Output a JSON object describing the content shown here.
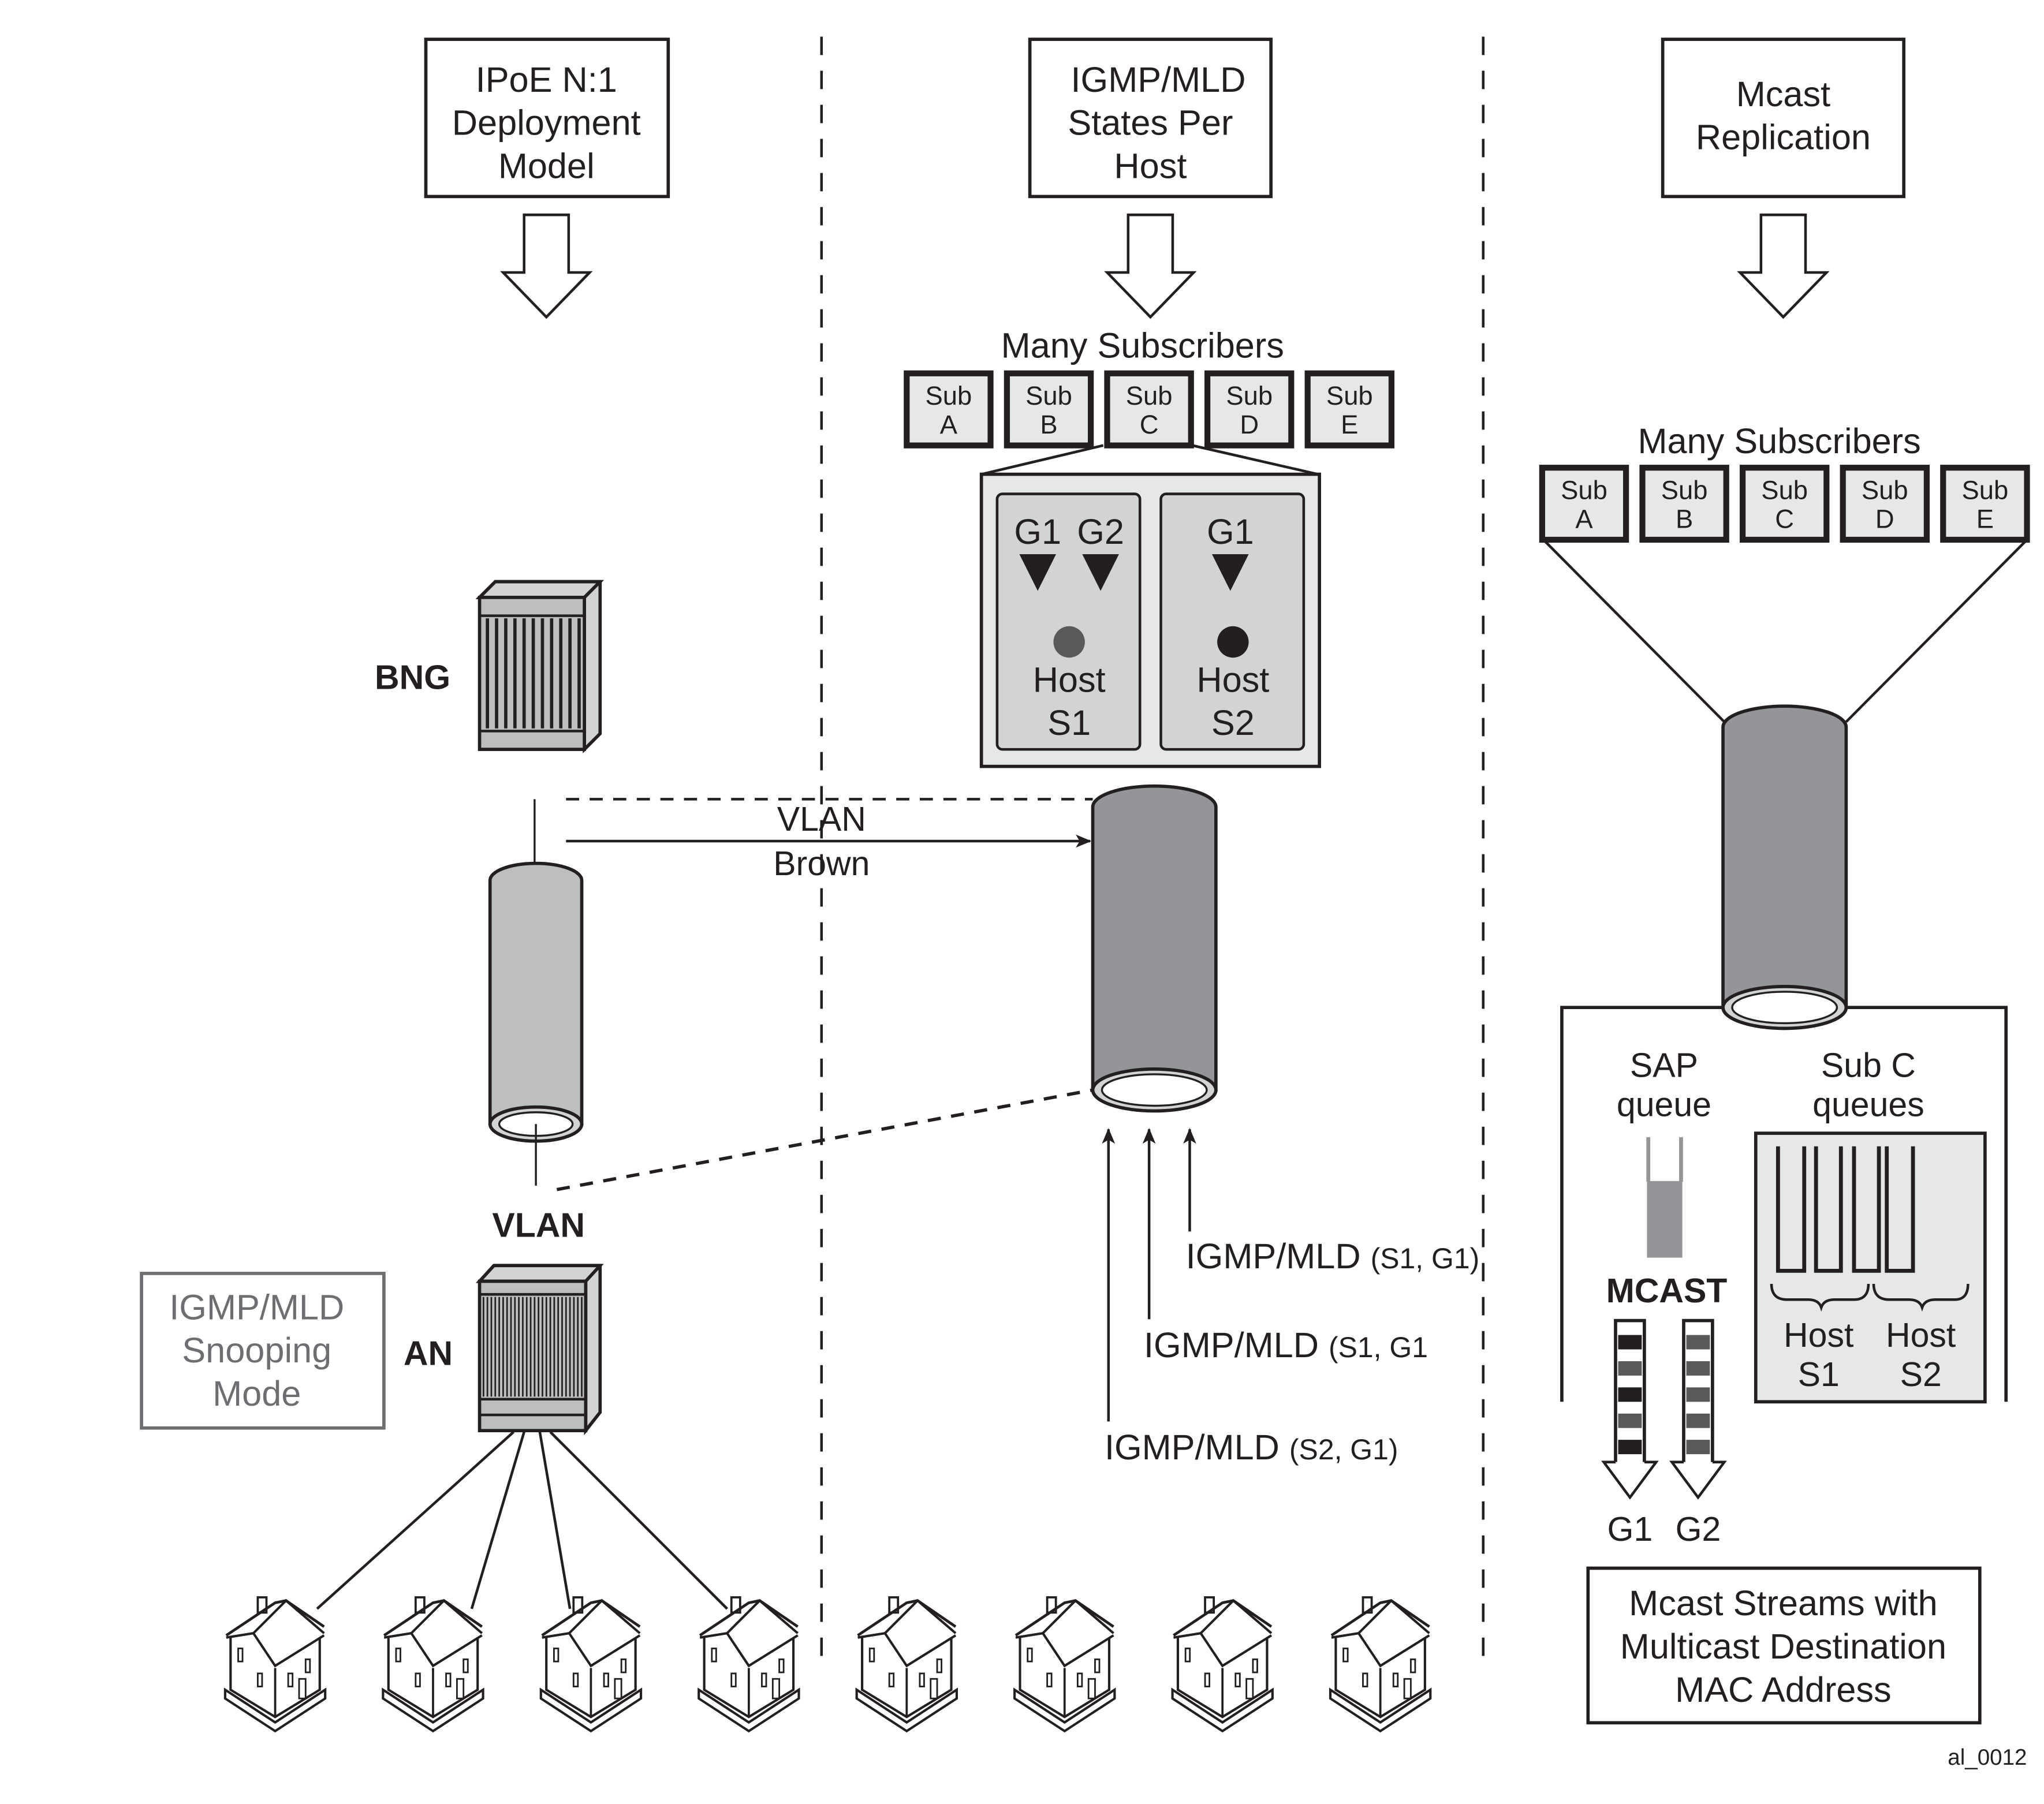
{
  "header_boxes": {
    "left": [
      "IPoE N:1",
      "Deployment",
      "Model"
    ],
    "middle": [
      "IGMP/MLD",
      "States Per",
      "Host"
    ],
    "right": [
      "Mcast",
      "Replication"
    ]
  },
  "left_panel": {
    "bng_label": "BNG",
    "vlan_label": "VLAN",
    "an_label": "AN",
    "snooping_box": [
      "IGMP/MLD",
      "Snooping",
      "Mode"
    ],
    "house_count": 4
  },
  "vlan_brown": {
    "line1": "VLAN",
    "line2": "Brown"
  },
  "middle_panel": {
    "subscribers_title": "Many Subscribers",
    "subscribers": [
      {
        "line1": "Sub",
        "line2": "A"
      },
      {
        "line1": "Sub",
        "line2": "B"
      },
      {
        "line1": "Sub",
        "line2": "C"
      },
      {
        "line1": "Sub",
        "line2": "D"
      },
      {
        "line1": "Sub",
        "line2": "E"
      }
    ],
    "hosts": [
      {
        "groups": [
          "G1",
          "G2"
        ],
        "line1": "Host",
        "line2": "S1",
        "dot_color": "#58595b"
      },
      {
        "groups": [
          "G1"
        ],
        "line1": "Host",
        "line2": "S2",
        "dot_color": "#231f20"
      }
    ],
    "igmp_messages": [
      {
        "prefix": "IGMP/MLD",
        "args": "(S1, G1)"
      },
      {
        "prefix": "IGMP/MLD",
        "args": "(S1, G1"
      },
      {
        "prefix": "IGMP/MLD",
        "args": "(S2, G1)"
      }
    ],
    "house_count": 4
  },
  "right_panel": {
    "subscribers_title": "Many Subscribers",
    "subscribers": [
      {
        "line1": "Sub",
        "line2": "A"
      },
      {
        "line1": "Sub",
        "line2": "B"
      },
      {
        "line1": "Sub",
        "line2": "C"
      },
      {
        "line1": "Sub",
        "line2": "D"
      },
      {
        "line1": "Sub",
        "line2": "E"
      }
    ],
    "sap_queue": [
      "SAP",
      "queue"
    ],
    "sub_c_queues": [
      "Sub C",
      "queues"
    ],
    "mcast_label": "MCAST",
    "queue_hosts": [
      {
        "line1": "Host",
        "line2": "S1"
      },
      {
        "line1": "Host",
        "line2": "S2"
      }
    ],
    "streams": [
      "G1",
      "G2"
    ],
    "footer_box": [
      "Mcast Streams with",
      "Multicast Destination",
      "MAC Address"
    ]
  },
  "figure_id": "al_0012",
  "colors": {
    "ink": "#231f20",
    "light_fill": "#e6e7e8",
    "mid_fill": "#d1d3d4",
    "pipe_light": "#bcbec0",
    "pipe_dark": "#939598",
    "gray_text": "#6d6e71",
    "stream_dark": "#231f20",
    "stream_mid": "#58595b"
  }
}
